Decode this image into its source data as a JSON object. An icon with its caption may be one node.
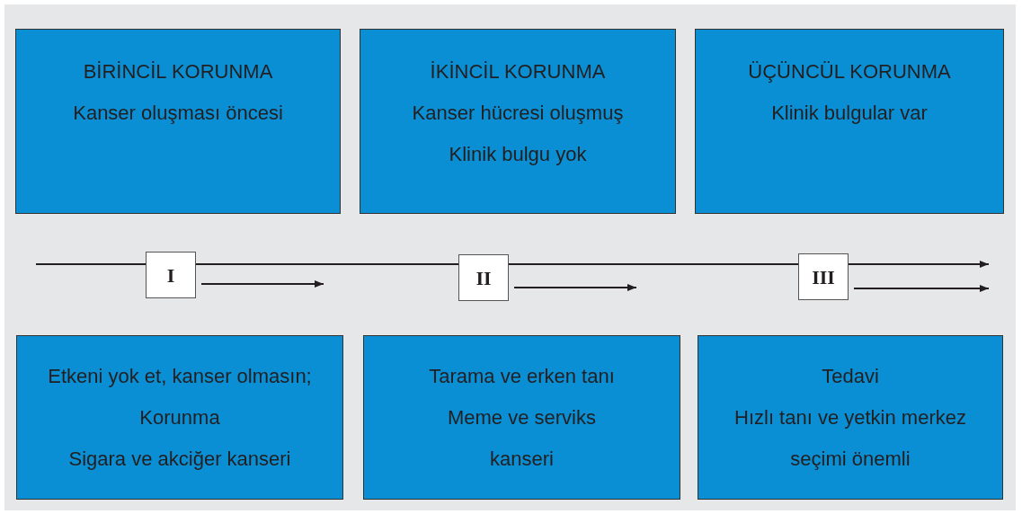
{
  "diagram": {
    "nodes": [
      {
        "text": [
          "BİRİNCİL KORUNMA",
          "Kanser oluşması öncesi"
        ]
      },
      {
        "text": [
          "İKİNCİL KORUNMA",
          "Kanser hücresi oluşmuş",
          "Klinik bulgu yok"
        ]
      },
      {
        "text": [
          "ÜÇÜNCÜL KORUNMA",
          "Klinik bulgular var"
        ]
      },
      {
        "text": [
          "I"
        ]
      },
      {
        "text": [
          "II"
        ]
      },
      {
        "text": [
          "III"
        ]
      },
      {
        "text": [
          "Etkeni yok et, kanser olmasın; Korunma",
          "Sigara ve akciğer kanseri"
        ]
      },
      {
        "text": [
          "Tarama ve erken tanı",
          "Meme ve serviks kanseri"
        ]
      },
      {
        "text": [
          "Tedavi",
          "Hızlı tanı ve yetkin merkez seçimi önemli"
        ]
      }
    ],
    "edges": [
      {
        "from": null,
        "to": 3,
        "arrow": "none"
      },
      {
        "from": 3,
        "to": 4,
        "arrow": "none"
      },
      {
        "from": 4,
        "to": 5,
        "arrow": "none"
      },
      {
        "from": 5,
        "to": null,
        "arrow": "to"
      },
      {
        "from": 3,
        "to": null,
        "arrow": "to"
      },
      {
        "from": 4,
        "to": null,
        "arrow": "to"
      },
      {
        "from": 5,
        "to": null,
        "arrow": "to"
      }
    ]
  }
}
